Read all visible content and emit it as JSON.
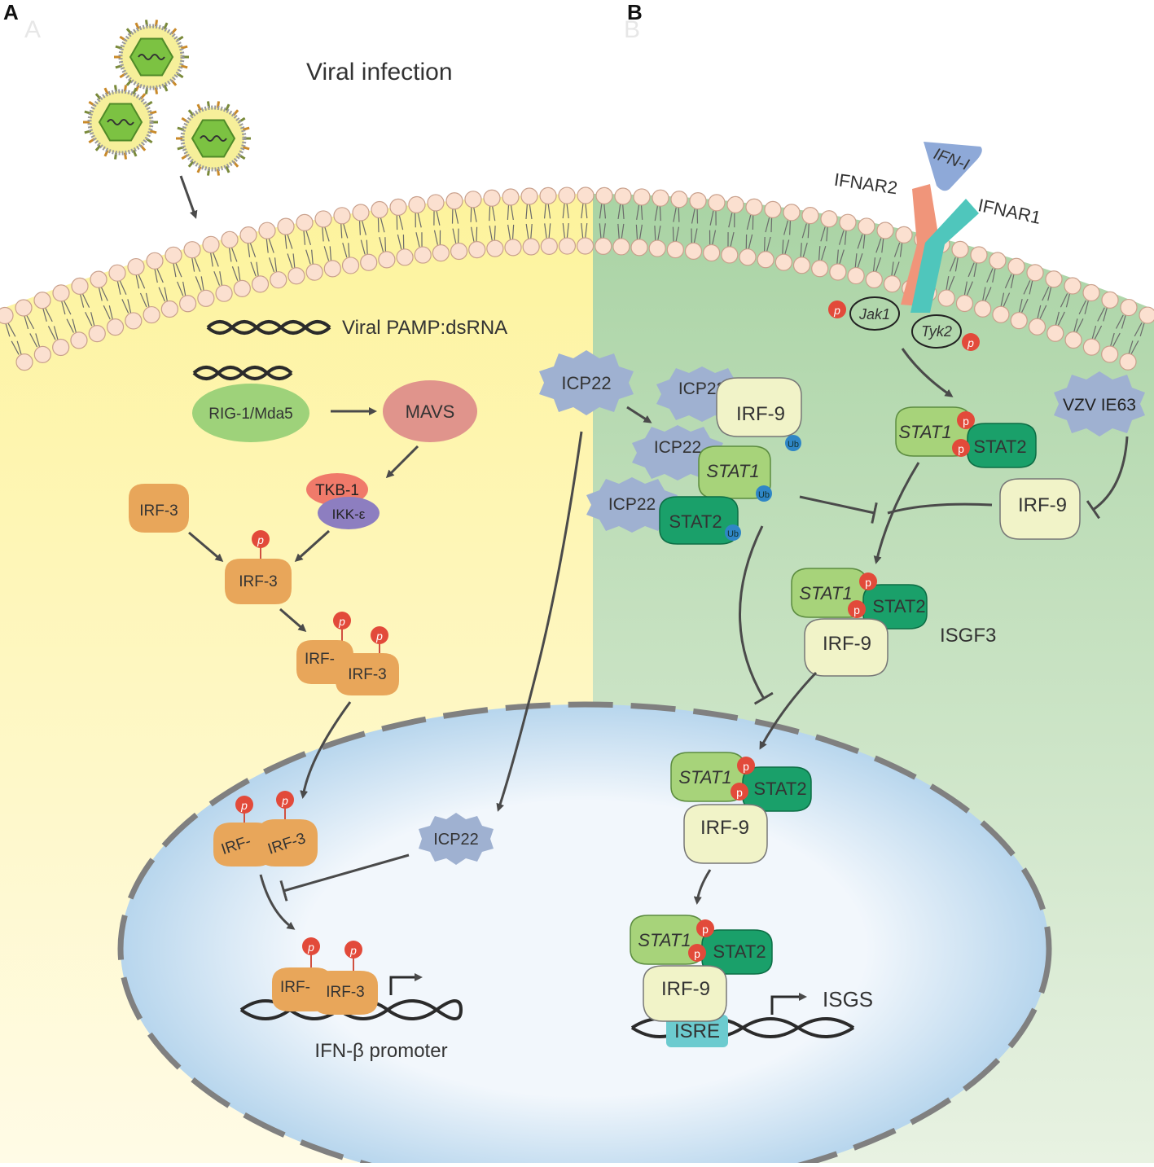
{
  "panels": {
    "a_label": "A",
    "b_label": "B",
    "a_ghost": "A",
    "b_ghost": "B"
  },
  "panel_a": {
    "viral_infection": "Viral infection",
    "viral_pamp": "Viral PAMP:dsRNA",
    "rig1": "RIG-1/Mda5",
    "mavs": "MAVS",
    "tkb1": "TKB-1",
    "ikk": "IKK-ε",
    "irf3": "IRF-3",
    "irf3_partial": "IRF-",
    "icp22": "ICP22",
    "p": "p",
    "promoter": "IFN-β promoter"
  },
  "panel_b": {
    "ifn_i": "IFN-I",
    "ifnar2": "IFNAR2",
    "ifnar1": "IFNAR1",
    "jak1": "Jak1",
    "tyk2": "Tyk2",
    "icp22": "ICP22",
    "irf9": "IRF-9",
    "stat1": "STAT1",
    "stat2": "STAT2",
    "ub": "Ub",
    "p": "p",
    "vzv": "VZV IE63",
    "isgf3": "ISGF3",
    "isre": "ISRE",
    "isgs": "ISGS"
  },
  "colors": {
    "panel_a_bg": "#fdf6a8",
    "panel_b_bg": "#b5d9b0",
    "irf3": "#e8a65a",
    "phospho": "#e24a3a",
    "rig1": "#9ed27a",
    "mavs": "#e0948c",
    "tkb1": "#f07a6a",
    "ikk": "#8d7ec0",
    "icp22": "#9fb1d1",
    "stat1": "#a7d37a",
    "stat2": "#1aa06a",
    "irf9": "#f1f3c8",
    "ifnar2": "#f0957a",
    "ifnar1": "#4fc6bc",
    "ifn_i": "#8ea9d8",
    "isre": "#6ccbcf",
    "ub": "#2f86c6",
    "nucleus": "#cfe3f5"
  }
}
